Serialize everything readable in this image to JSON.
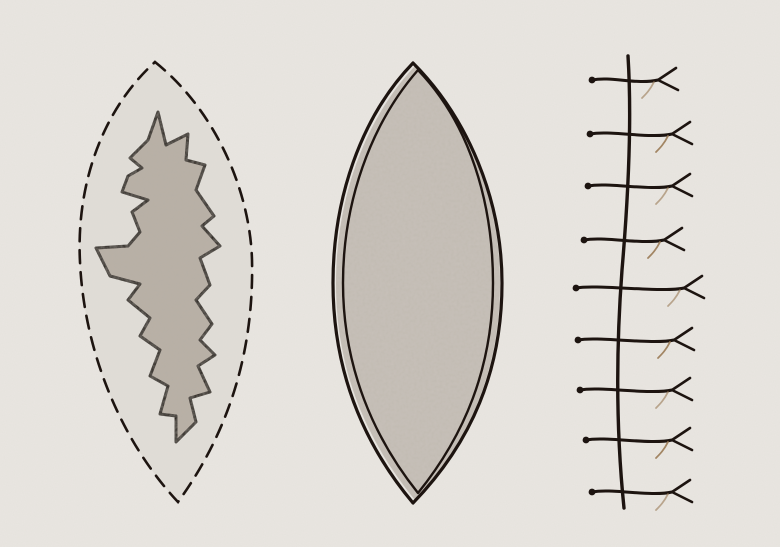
{
  "palette": {
    "paper": "#e9e6e1",
    "paper_shadow": "#d8d4cd",
    "ink": "#1d1410",
    "wound_fill": "#b9b0a6",
    "lens_fill": "#c8c1b9",
    "thread_tan": "#9a7a55"
  },
  "panels": [
    {
      "name": "irregular-wound-excision-outline",
      "icon": "dashed-elliptical-excision-margin"
    },
    {
      "name": "excised-elliptical-wound",
      "icon": "clean-elliptical-defect"
    },
    {
      "name": "sutured-closure",
      "icon": "interrupted-sutures"
    }
  ]
}
